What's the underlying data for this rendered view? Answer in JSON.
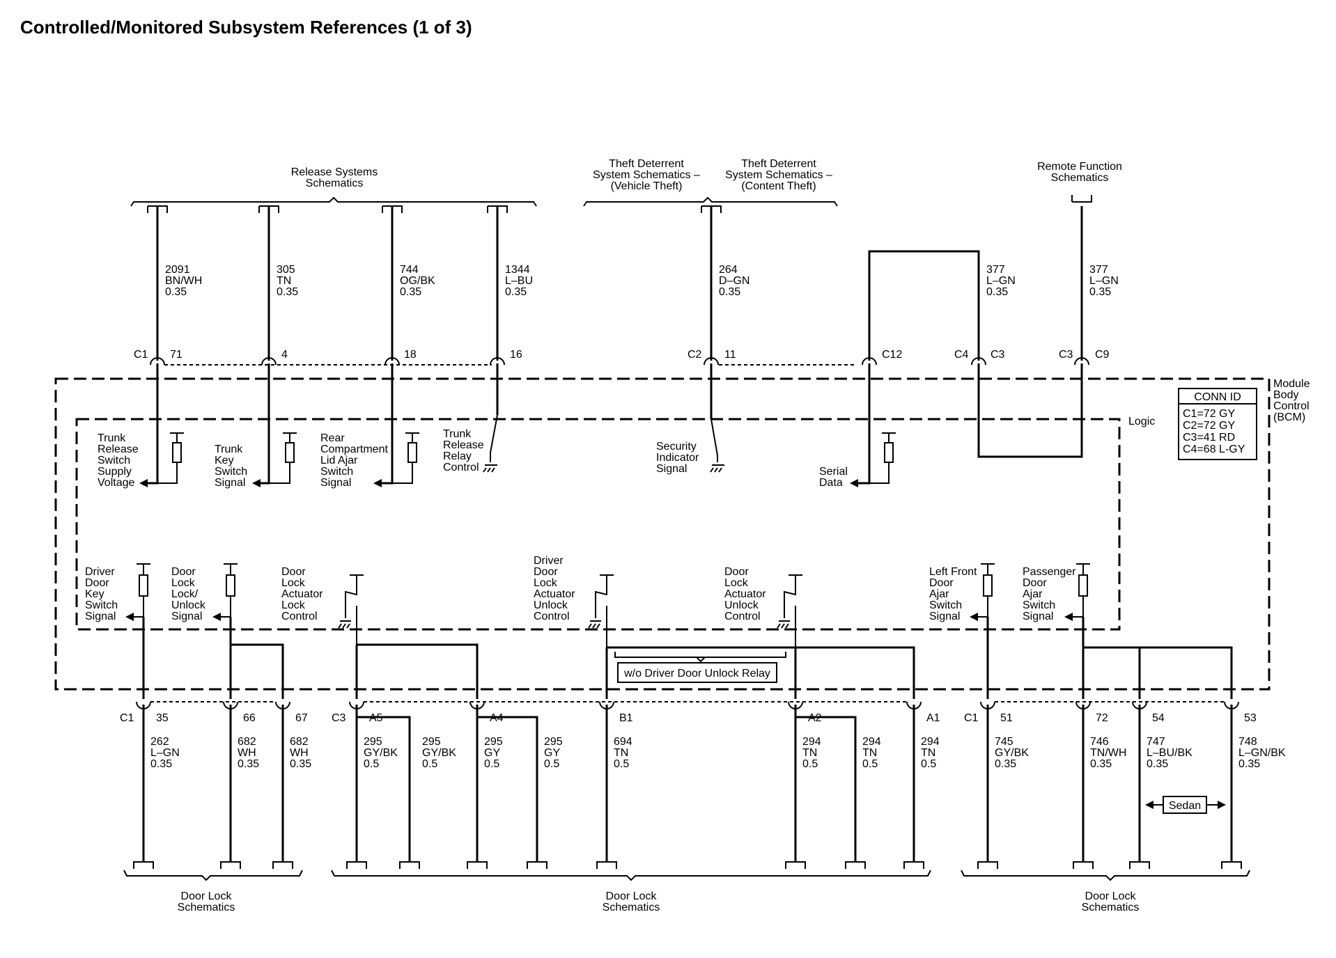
{
  "title": "Controlled/Monitored Subsystem References (1 of 3)",
  "module_label": [
    "Module",
    "Body",
    "Control",
    "(BCM)"
  ],
  "logic_label": "Logic",
  "conn_id": {
    "header": "CONN ID",
    "rows": [
      "C1=72 GY",
      "C2=72 GY",
      "C3=41 RD",
      "C4=68 L-GY"
    ]
  },
  "top_groups": [
    {
      "id": "release",
      "lines": [
        "Release Systems",
        "Schematics"
      ]
    },
    {
      "id": "theft-vehicle",
      "lines": [
        "Theft Deterrent",
        "System Schematics –",
        "(Vehicle Theft)"
      ]
    },
    {
      "id": "theft-content",
      "lines": [
        "Theft Deterrent",
        "System Schematics –",
        "(Content Theft)"
      ]
    },
    {
      "id": "remote",
      "lines": [
        "Remote Function",
        "Schematics"
      ]
    }
  ],
  "top_wires": [
    {
      "circuit": "2091",
      "color": "BN/WH",
      "gauge": "0.35",
      "connector": "C1",
      "pin": "71"
    },
    {
      "circuit": "305",
      "color": "TN",
      "gauge": "0.35",
      "connector": "",
      "pin": "4"
    },
    {
      "circuit": "744",
      "color": "OG/BK",
      "gauge": "0.35",
      "connector": "",
      "pin": "18"
    },
    {
      "circuit": "1344",
      "color": "L–BU",
      "gauge": "0.35",
      "connector": "",
      "pin": "16"
    },
    {
      "circuit": "264",
      "color": "D–GN",
      "gauge": "0.35",
      "connector": "C2",
      "pin": "11"
    },
    {
      "circuit": "",
      "color": "",
      "gauge": "",
      "connector": "",
      "pin": "C12"
    },
    {
      "circuit": "377",
      "color": "L–GN",
      "gauge": "0.35",
      "connector": "C4",
      "pin": "C3"
    },
    {
      "circuit": "377",
      "color": "L–GN",
      "gauge": "0.35",
      "connector": "C3",
      "pin": "C9"
    }
  ],
  "upper_signals": [
    {
      "id": "trunk-release-supply",
      "lines": [
        "Trunk",
        "Release",
        "Switch",
        "Supply",
        "Voltage"
      ]
    },
    {
      "id": "trunk-key-switch",
      "lines": [
        "Trunk",
        "Key",
        "Switch",
        "Signal"
      ]
    },
    {
      "id": "rear-lid-ajar",
      "lines": [
        "Rear",
        "Compartment",
        "Lid Ajar",
        "Switch",
        "Signal"
      ]
    },
    {
      "id": "trunk-relay",
      "lines": [
        "Trunk",
        "Release",
        "Relay",
        "Control"
      ]
    },
    {
      "id": "security-indicator",
      "lines": [
        "Security",
        "Indicator",
        "Signal"
      ]
    },
    {
      "id": "serial-data",
      "lines": [
        "Serial",
        "Data"
      ]
    }
  ],
  "lower_signals": [
    {
      "id": "driver-key-switch",
      "lines": [
        "Driver",
        "Door",
        "Key",
        "Switch",
        "Signal"
      ]
    },
    {
      "id": "lock-unlock",
      "lines": [
        "Door",
        "Lock",
        "Lock/",
        "Unlock",
        "Signal"
      ]
    },
    {
      "id": "actuator-lock",
      "lines": [
        "Door",
        "Lock",
        "Actuator",
        "Lock",
        "Control"
      ]
    },
    {
      "id": "driver-actuator-unlock",
      "lines": [
        "Driver",
        "Door",
        "Lock",
        "Actuator",
        "Unlock",
        "Control"
      ]
    },
    {
      "id": "actuator-unlock",
      "lines": [
        "Door",
        "Lock",
        "Actuator",
        "Unlock",
        "Control"
      ]
    },
    {
      "id": "lf-ajar",
      "lines": [
        "Left Front",
        "Door",
        "Ajar",
        "Switch",
        "Signal"
      ]
    },
    {
      "id": "pass-ajar",
      "lines": [
        "Passenger",
        "Door",
        "Ajar",
        "Switch",
        "Signal"
      ]
    }
  ],
  "option_box": "w/o Driver Door Unlock Relay",
  "sedan": "Sedan",
  "bottom_pins": [
    {
      "connector": "C1",
      "pin": "35"
    },
    {
      "connector": "",
      "pin": "66"
    },
    {
      "connector": "",
      "pin": "67"
    },
    {
      "connector": "C3",
      "pin": "A5"
    },
    {
      "connector": "",
      "pin": "A4"
    },
    {
      "connector": "",
      "pin": "B1"
    },
    {
      "connector": "",
      "pin": "A2"
    },
    {
      "connector": "",
      "pin": "A1"
    },
    {
      "connector": "C1",
      "pin": "51"
    },
    {
      "connector": "",
      "pin": "72"
    },
    {
      "connector": "",
      "pin": "54"
    },
    {
      "connector": "",
      "pin": "53"
    }
  ],
  "bottom_wires": [
    {
      "circuit": "262",
      "color": "L–GN",
      "gauge": "0.35"
    },
    {
      "circuit": "682",
      "color": "WH",
      "gauge": "0.35"
    },
    {
      "circuit": "682",
      "color": "WH",
      "gauge": "0.35"
    },
    {
      "circuit": "295",
      "color": "GY/BK",
      "gauge": "0.5"
    },
    {
      "circuit": "295",
      "color": "GY/BK",
      "gauge": "0.5"
    },
    {
      "circuit": "295",
      "color": "GY",
      "gauge": "0.5"
    },
    {
      "circuit": "295",
      "color": "GY",
      "gauge": "0.5"
    },
    {
      "circuit": "694",
      "color": "TN",
      "gauge": "0.5"
    },
    {
      "circuit": "294",
      "color": "TN",
      "gauge": "0.5"
    },
    {
      "circuit": "294",
      "color": "TN",
      "gauge": "0.5"
    },
    {
      "circuit": "294",
      "color": "TN",
      "gauge": "0.5"
    },
    {
      "circuit": "745",
      "color": "GY/BK",
      "gauge": "0.35"
    },
    {
      "circuit": "746",
      "color": "TN/WH",
      "gauge": "0.35"
    },
    {
      "circuit": "747",
      "color": "L–BU/BK",
      "gauge": "0.35"
    },
    {
      "circuit": "748",
      "color": "L–GN/BK",
      "gauge": "0.35"
    }
  ],
  "bottom_groups": [
    {
      "id": "left",
      "lines": [
        "Door Lock",
        "Schematics"
      ]
    },
    {
      "id": "center",
      "lines": [
        "Door Lock",
        "Schematics"
      ]
    },
    {
      "id": "right",
      "lines": [
        "Door Lock",
        "Schematics"
      ]
    }
  ]
}
